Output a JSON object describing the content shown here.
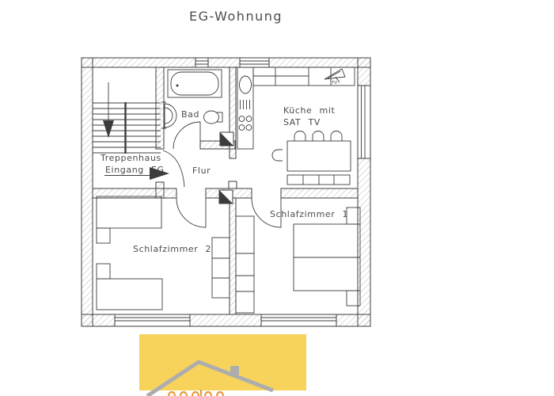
{
  "title": "EG-Wohnung",
  "plan": {
    "rooms": {
      "treppenhaus": {
        "line1": "Treppenhaus",
        "line2": "Eingang EG"
      },
      "bad": {
        "label": "Bad"
      },
      "flur": {
        "label": "Flur"
      },
      "kueche": {
        "line1": "Küche mit",
        "line2": "SAT TV"
      },
      "schlafzimmer1": {
        "label": "Schlafzimmer 1"
      },
      "schlafzimmer2": {
        "label": "Schlafzimmer 2"
      }
    },
    "sat_dish_caption": "TV"
  },
  "colors": {
    "line": "#3c3c3c",
    "text": "#4c4c4c",
    "hatch": "#9b9b9b",
    "logo_yellow": "#f8d35c",
    "logo_roof": "#adadad",
    "logo_orange": "#e79b3f"
  }
}
